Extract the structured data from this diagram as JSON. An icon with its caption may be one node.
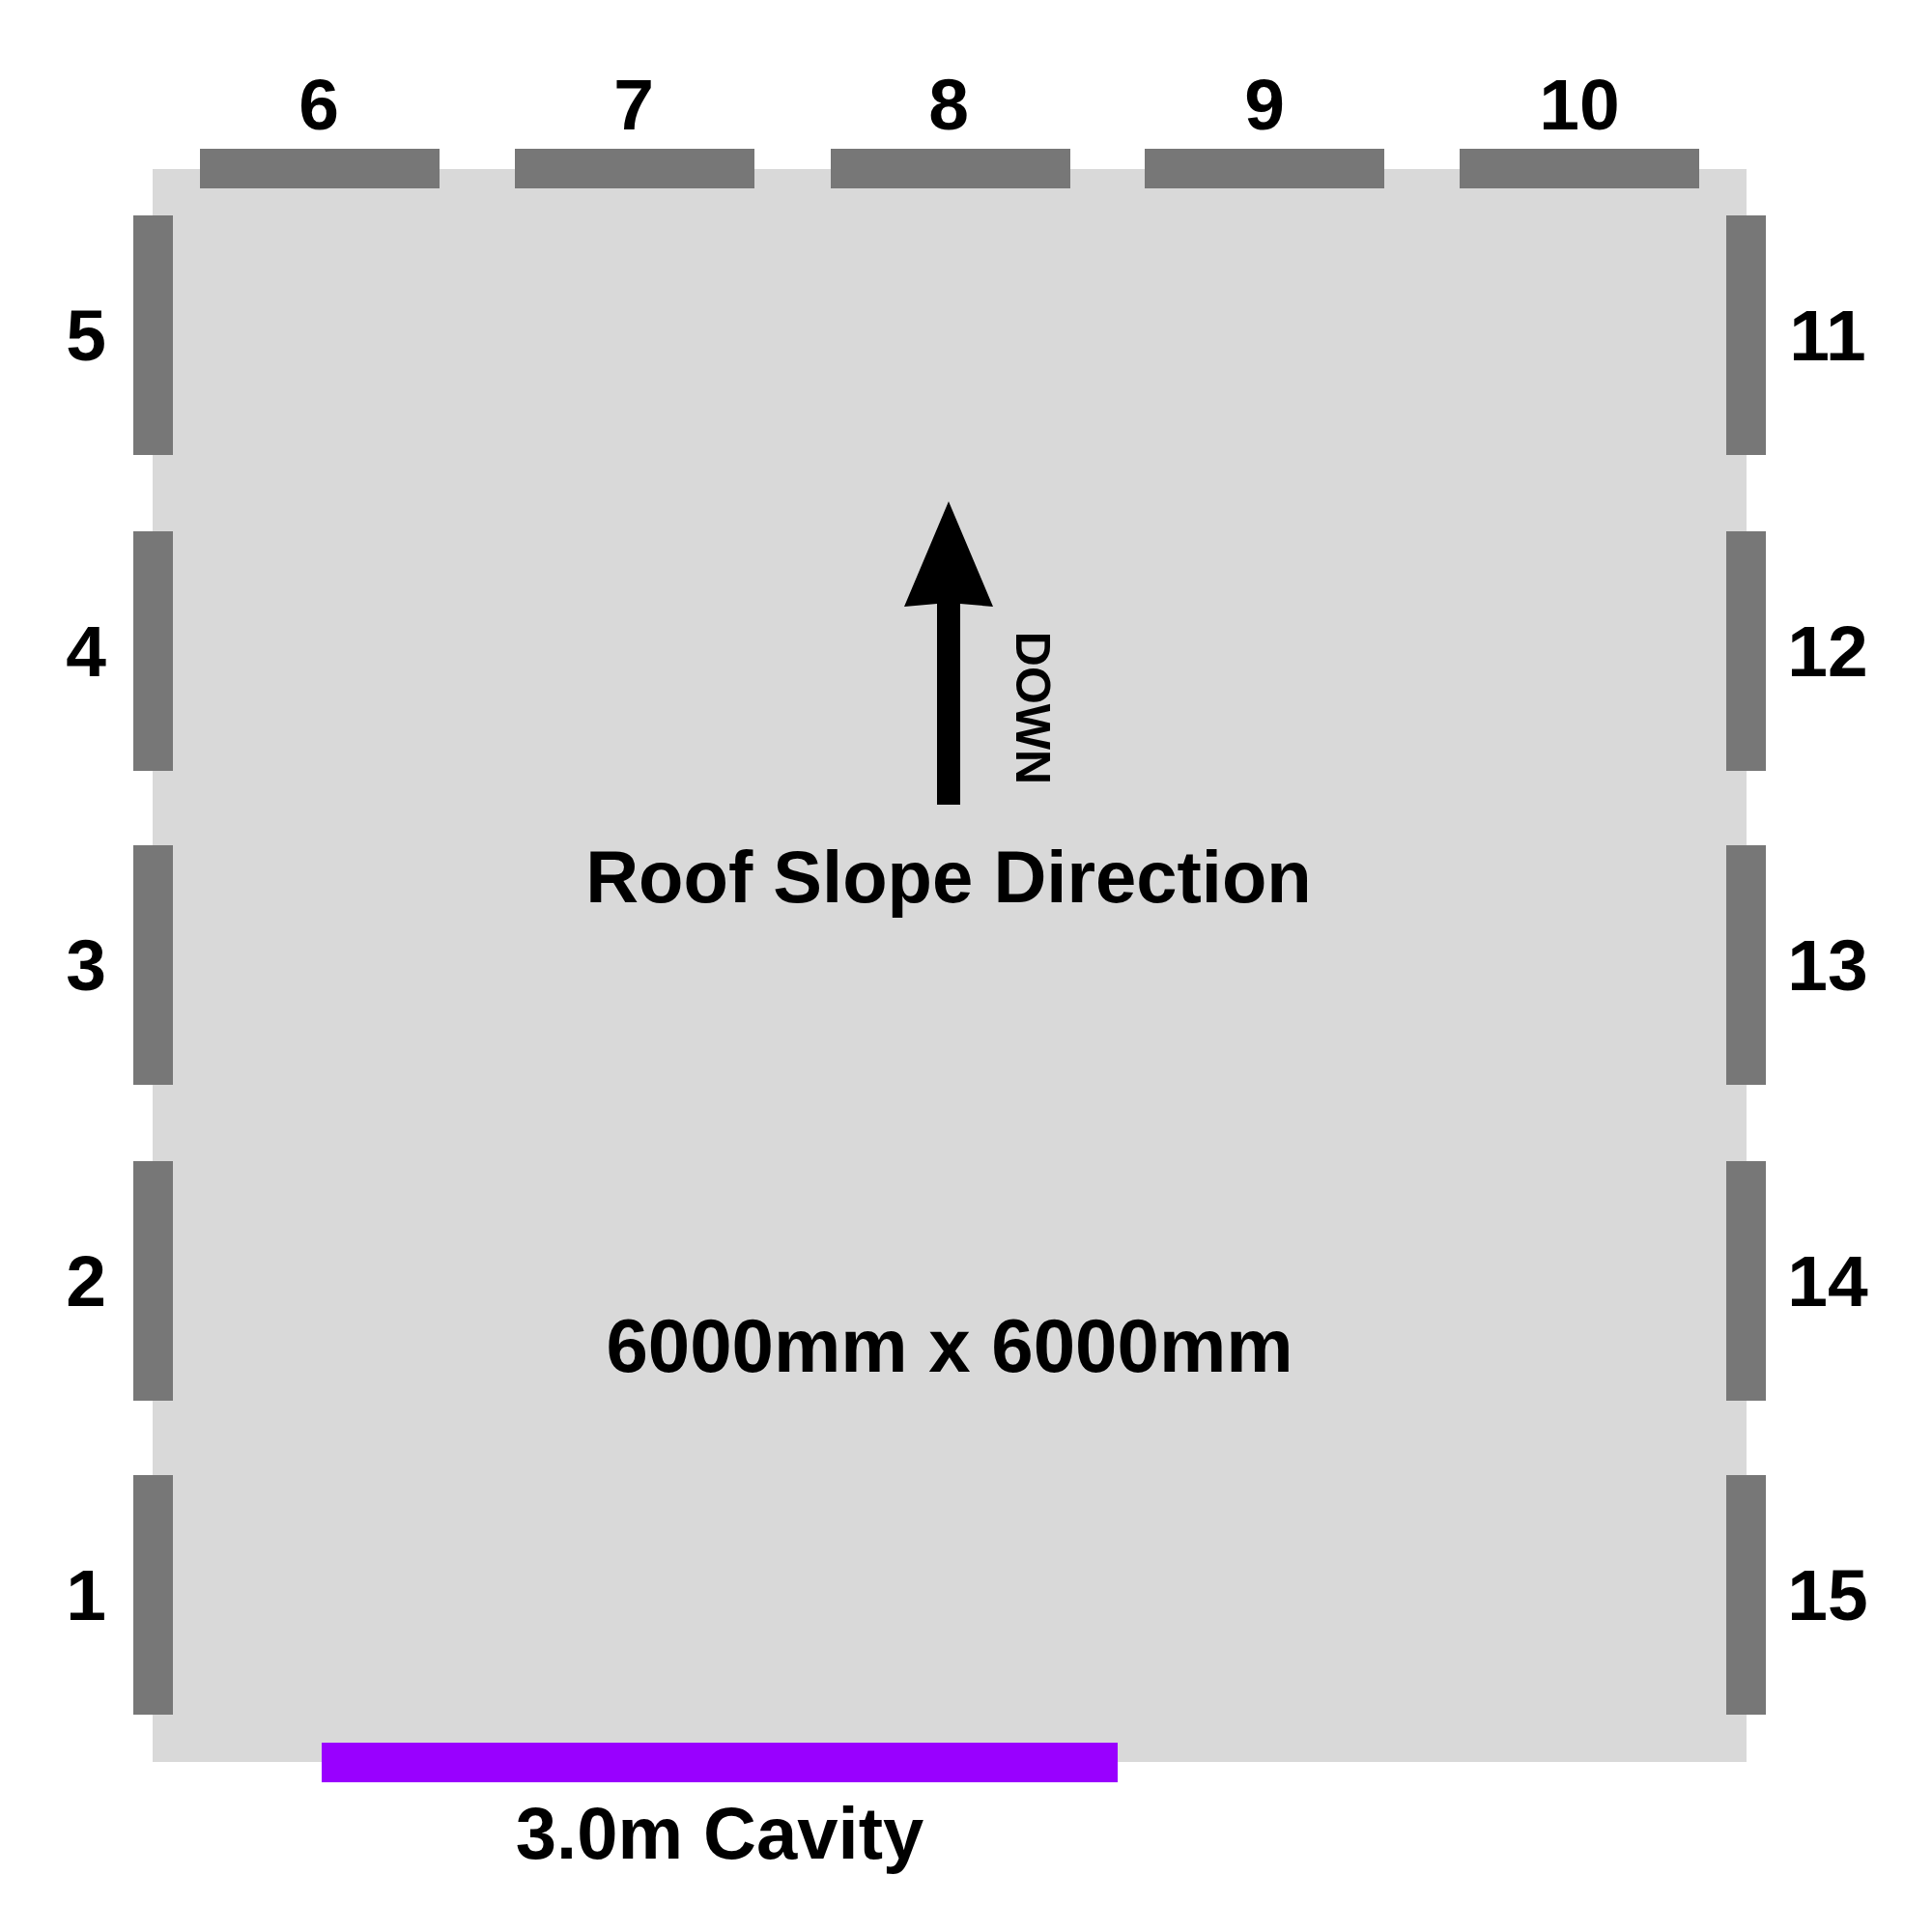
{
  "diagram": {
    "nodes": [
      {
        "text": [
          "6000mm x 6000mm"
        ]
      },
      {
        "text": [
          "3.0m Cavity"
        ]
      }
    ],
    "labels": [
      "6",
      "7",
      "8",
      "9",
      "10",
      "5",
      "11",
      "4",
      "12",
      "3",
      "13",
      "2",
      "14",
      "1",
      "15",
      "DOWN",
      "Roof Slope Direction"
    ]
  }
}
